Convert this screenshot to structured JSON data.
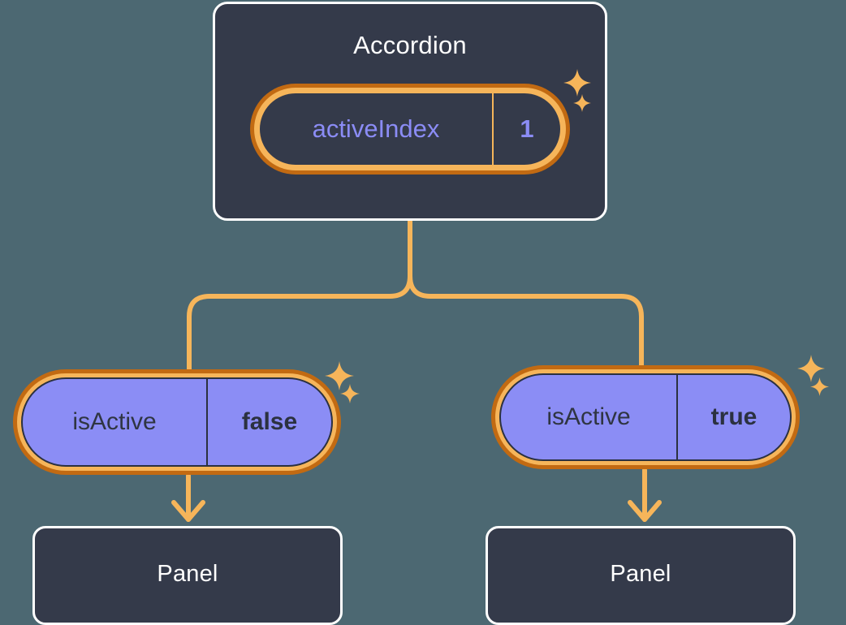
{
  "diagram": {
    "type": "component-state-tree",
    "background_color": "#4c6872"
  },
  "accordion": {
    "title": "Accordion",
    "state": {
      "key": "activeIndex",
      "value": "1",
      "key_color": "#8b8cf5",
      "value_color": "#8b8cf5",
      "ring_color": "#f6b55a",
      "ring_shadow_color": "#c26a12"
    }
  },
  "branches": [
    {
      "state": {
        "key": "isActive",
        "value": "false",
        "fill_color": "#8b8df5",
        "text_color": "#2f3542",
        "ring_color": "#f6b55a",
        "ring_shadow_color": "#c26a12"
      },
      "child": {
        "title": "Panel"
      }
    },
    {
      "state": {
        "key": "isActive",
        "value": "true",
        "fill_color": "#8b8df5",
        "text_color": "#2f3542",
        "ring_color": "#f6b55a",
        "ring_shadow_color": "#c26a12"
      },
      "child": {
        "title": "Panel"
      }
    }
  ],
  "connectors": {
    "color": "#f6b55a",
    "stroke_width": 6,
    "style": "rounded-elbow",
    "arrowhead": "chevron"
  },
  "decorations": {
    "sparkle_icon": "sparkle-star-icon",
    "sparkle_color": "#f6b55a",
    "count": 6
  }
}
